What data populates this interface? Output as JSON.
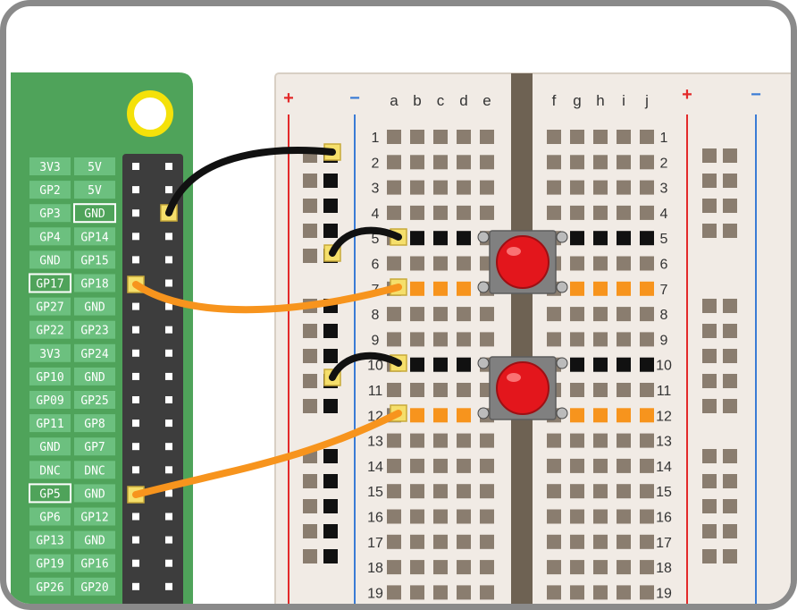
{
  "pi": {
    "header_rows": [
      [
        "3V3",
        "5V"
      ],
      [
        "GP2",
        "5V"
      ],
      [
        "GP3",
        "GND"
      ],
      [
        "GP4",
        "GP14"
      ],
      [
        "GND",
        "GP15"
      ],
      [
        "GP17",
        "GP18"
      ],
      [
        "GP27",
        "GND"
      ],
      [
        "GP22",
        "GP23"
      ],
      [
        "3V3",
        "GP24"
      ],
      [
        "GP10",
        "GND"
      ],
      [
        "GP09",
        "GP25"
      ],
      [
        "GP11",
        "GP8"
      ],
      [
        "GND",
        "GP7"
      ],
      [
        "DNC",
        "DNC"
      ],
      [
        "GP5",
        "GND"
      ],
      [
        "GP6",
        "GP12"
      ],
      [
        "GP13",
        "GND"
      ],
      [
        "GP19",
        "GP16"
      ],
      [
        "GP26",
        "GP20"
      ]
    ],
    "highlighted_pins": [
      "GP3|GND",
      "GP17",
      "GP5"
    ]
  },
  "breadboard": {
    "columns_left": [
      "a",
      "b",
      "c",
      "d",
      "e"
    ],
    "columns_right": [
      "f",
      "g",
      "h",
      "i",
      "j"
    ],
    "row_numbers": [
      "1",
      "2",
      "3",
      "4",
      "5",
      "6",
      "7",
      "8",
      "9",
      "10",
      "11",
      "12",
      "13",
      "14",
      "15",
      "16",
      "17",
      "18",
      "19"
    ],
    "rail_plus": "+",
    "rail_minus": "−"
  },
  "buttons": [
    {
      "name": "button-1",
      "rows": [
        "5",
        "7"
      ]
    },
    {
      "name": "button-2",
      "rows": [
        "10",
        "12"
      ]
    }
  ],
  "wires": [
    {
      "name": "gnd-to-rail-wire",
      "color": "#111111",
      "from": "GND",
      "to": "negative rail row 2"
    },
    {
      "name": "rail-to-row5-wire",
      "color": "#111111",
      "from": "negative rail",
      "to": "row 5 column a"
    },
    {
      "name": "gp17-to-row7-wire",
      "color": "#f7941d",
      "from": "GP17",
      "to": "row 7 column a"
    },
    {
      "name": "rail-to-row10-wire",
      "color": "#111111",
      "from": "negative rail",
      "to": "row 10 column a"
    },
    {
      "name": "gp5-to-row12-wire",
      "color": "#f7941d",
      "from": "GP5",
      "to": "row 12 column a"
    }
  ],
  "colors": {
    "pi_green": "#4fa35a",
    "pi_label_bg": "#6cc07f",
    "header_bg": "#3d3d3d",
    "board_bg": "#f1ebe5",
    "hole": "#8a7d6f",
    "trench": "#6e6253",
    "rail_red": "#e32a2a",
    "rail_blue": "#3a7bd5",
    "black_wire": "#111111",
    "orange_wire": "#f7941d",
    "button_red": "#e3161c",
    "button_body": "#808080",
    "mount_hole_ring": "#f4e10a"
  }
}
